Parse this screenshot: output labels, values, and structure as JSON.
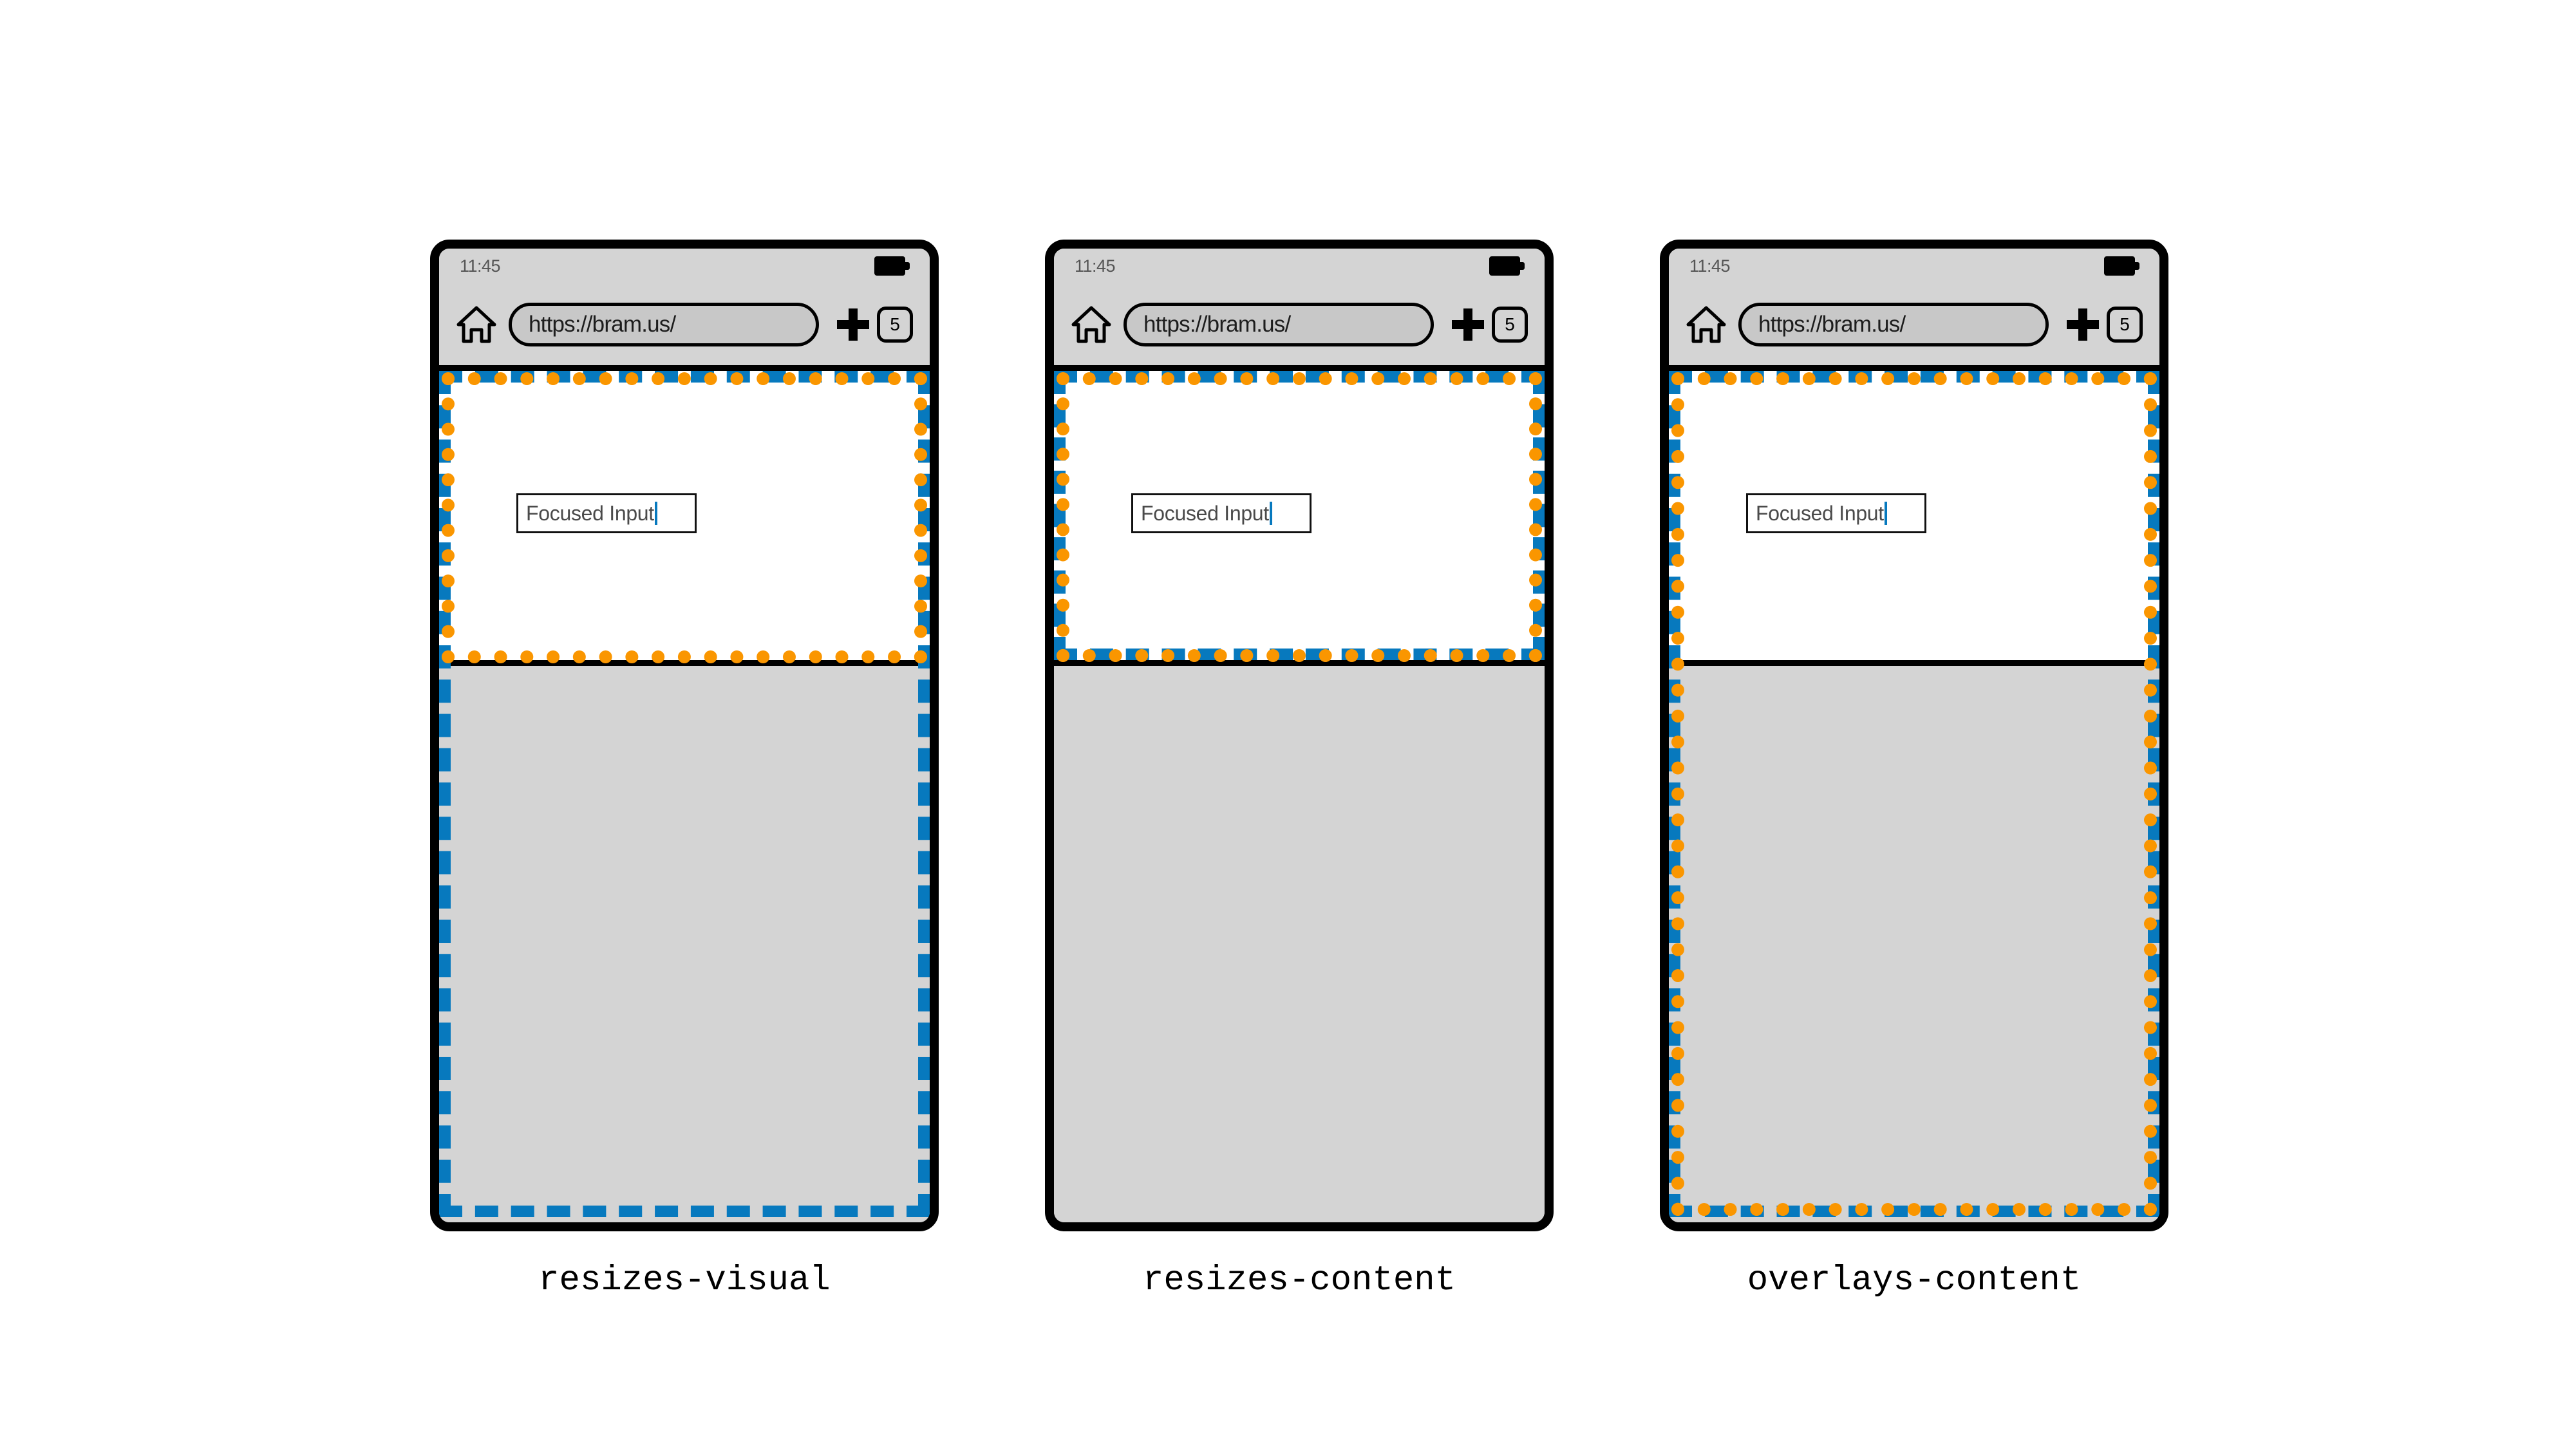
{
  "figure": {
    "background": "#ffffff",
    "colors": {
      "layout_viewport_blue": "#0779be",
      "visual_viewport_orange": "#fa9600",
      "chrome_gray": "#d4d4d4",
      "keyboard_gray": "#d4d4d4",
      "content_white": "#ffffff",
      "frame_black": "#000000",
      "input_text_gray": "#4a4a4a"
    }
  },
  "browser_chrome": {
    "clock": "11:45",
    "battery_icon": "battery-full-icon",
    "home_icon": "home-icon",
    "url": "https://bram.us/",
    "new_tab_icon": "plus-icon",
    "tab_count": "5"
  },
  "page": {
    "input_value": "Focused Input",
    "input_caret": "|"
  },
  "panels": [
    {
      "id": "resizes-visual",
      "caption": "resizes-visual",
      "keyboard_visible": true,
      "layout_viewport_spans": "full-screen-including-keyboard",
      "visual_viewport_spans": "content-area-above-keyboard"
    },
    {
      "id": "resizes-content",
      "caption": "resizes-content",
      "keyboard_visible": true,
      "layout_viewport_spans": "content-area-above-keyboard",
      "visual_viewport_spans": "content-area-above-keyboard"
    },
    {
      "id": "overlays-content",
      "caption": "overlays-content",
      "keyboard_visible": true,
      "layout_viewport_spans": "full-screen-including-keyboard",
      "visual_viewport_spans": "full-screen-including-keyboard"
    }
  ]
}
